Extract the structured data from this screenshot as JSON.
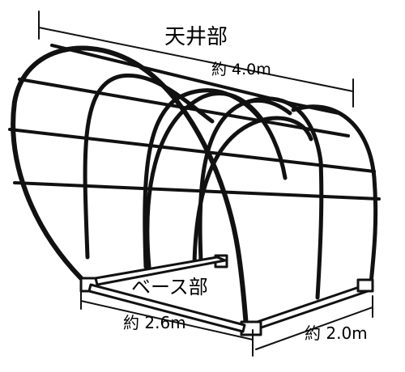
{
  "labels": {
    "roof": "天井部",
    "length": "約 4.0m",
    "base": "ベース部",
    "width": "約 2.6m",
    "depth": "約 2.0m"
  },
  "colors": {
    "stroke": "#111111",
    "fill": "#ffffff",
    "background": "#ffffff"
  }
}
